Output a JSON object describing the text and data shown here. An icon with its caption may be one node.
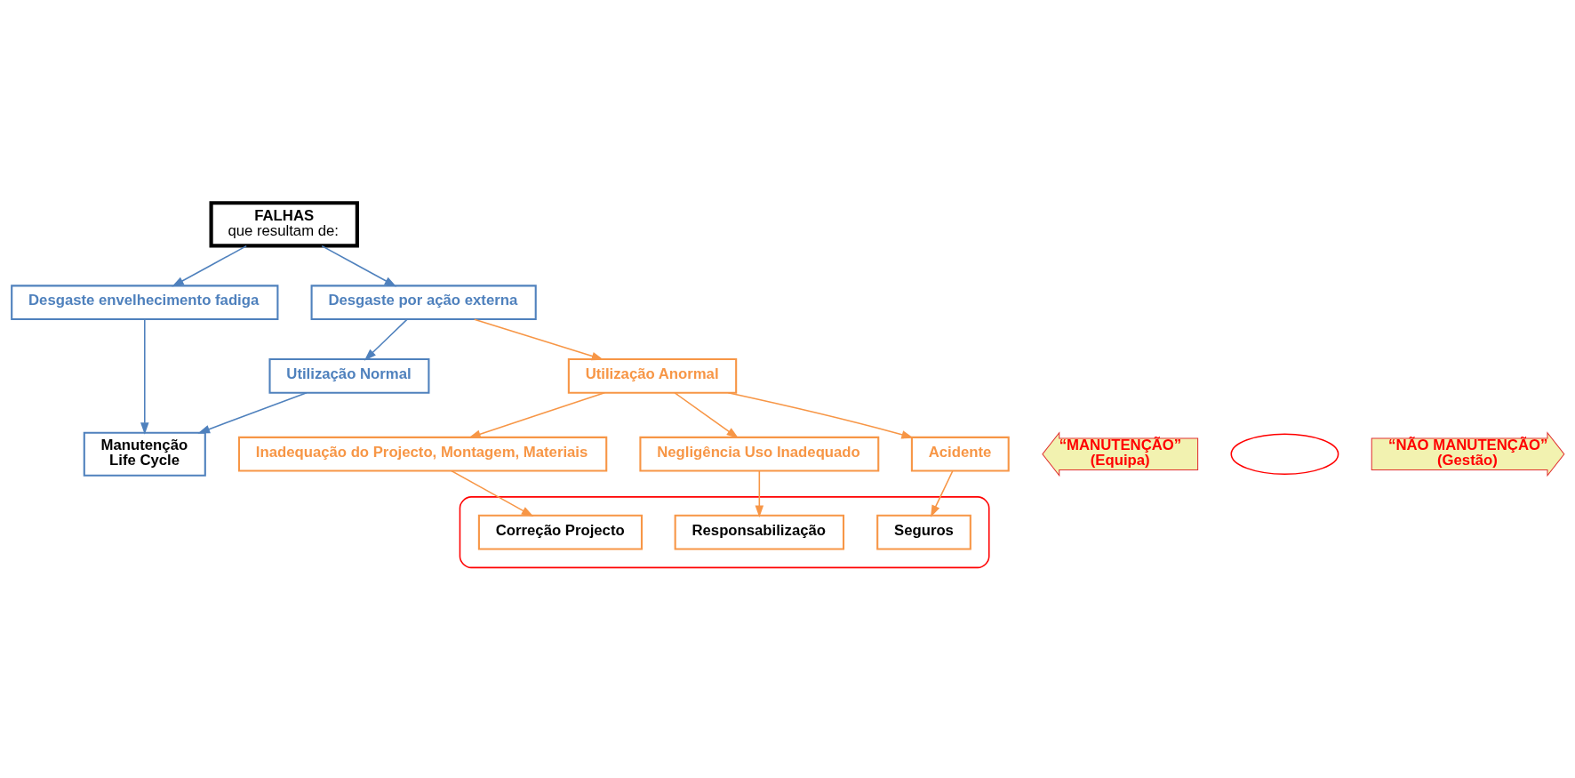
{
  "diagram": {
    "nodes": [
      {
        "text": [
          "FALHAS",
          "que resultam de:"
        ]
      },
      {
        "text": [
          "Desgaste envelhecimento fadiga"
        ]
      },
      {
        "text": [
          "Desgaste por ação externa"
        ]
      },
      {
        "text": [
          "Utilização Normal"
        ]
      },
      {
        "text": [
          "Utilização Anormal"
        ]
      },
      {
        "text": [
          "Inadequação do Projecto, Montagem, Materiais"
        ]
      },
      {
        "text": [
          "Negligência Uso Inadequado"
        ]
      },
      {
        "text": [
          "Acidente"
        ]
      },
      {
        "text": [
          "“MANUTENÇÃO”",
          "(Equipa)"
        ]
      },
      {
        "text": [],
        "shape": "ellipse"
      },
      {
        "text": [
          "Manutenção",
          "Life Cycle"
        ]
      },
      {
        "text": [
          "“NÃO MANUTENÇÃO”",
          "(Gestão)"
        ]
      },
      {
        "text": [],
        "shape": "ellipse"
      },
      {
        "text": [
          "Correção Projecto"
        ],
        "in": 12
      },
      {
        "text": [
          "Responsabilização"
        ],
        "in": 12
      },
      {
        "text": [
          "Seguros"
        ],
        "in": 12
      }
    ],
    "edges": [
      {
        "from": 0,
        "to": 1,
        "arrow": "to",
        "color": "#4f81bd"
      },
      {
        "from": 0,
        "to": 2,
        "arrow": "to",
        "color": "#4f81bd"
      },
      {
        "from": 1,
        "to": 10,
        "arrow": "to",
        "color": "#4f81bd"
      },
      {
        "from": 2,
        "to": 3,
        "arrow": "to",
        "color": "#4f81bd"
      },
      {
        "from": 2,
        "to": 4,
        "arrow": "to",
        "color": "#f79646"
      },
      {
        "from": 3,
        "to": 10,
        "arrow": "to",
        "color": "#4f81bd"
      },
      {
        "from": 4,
        "to": 5,
        "arrow": "to",
        "color": "#f79646"
      },
      {
        "from": 4,
        "to": 6,
        "arrow": "to",
        "color": "#f79646"
      },
      {
        "from": 4,
        "to": 7,
        "arrow": "to",
        "color": "#f79646"
      },
      {
        "from": 5,
        "to": 13,
        "arrow": "to",
        "color": "#f79646"
      },
      {
        "from": 6,
        "to": 14,
        "arrow": "to",
        "color": "#f79646"
      },
      {
        "from": 7,
        "to": 15,
        "arrow": "to",
        "color": "#f79646"
      }
    ]
  }
}
